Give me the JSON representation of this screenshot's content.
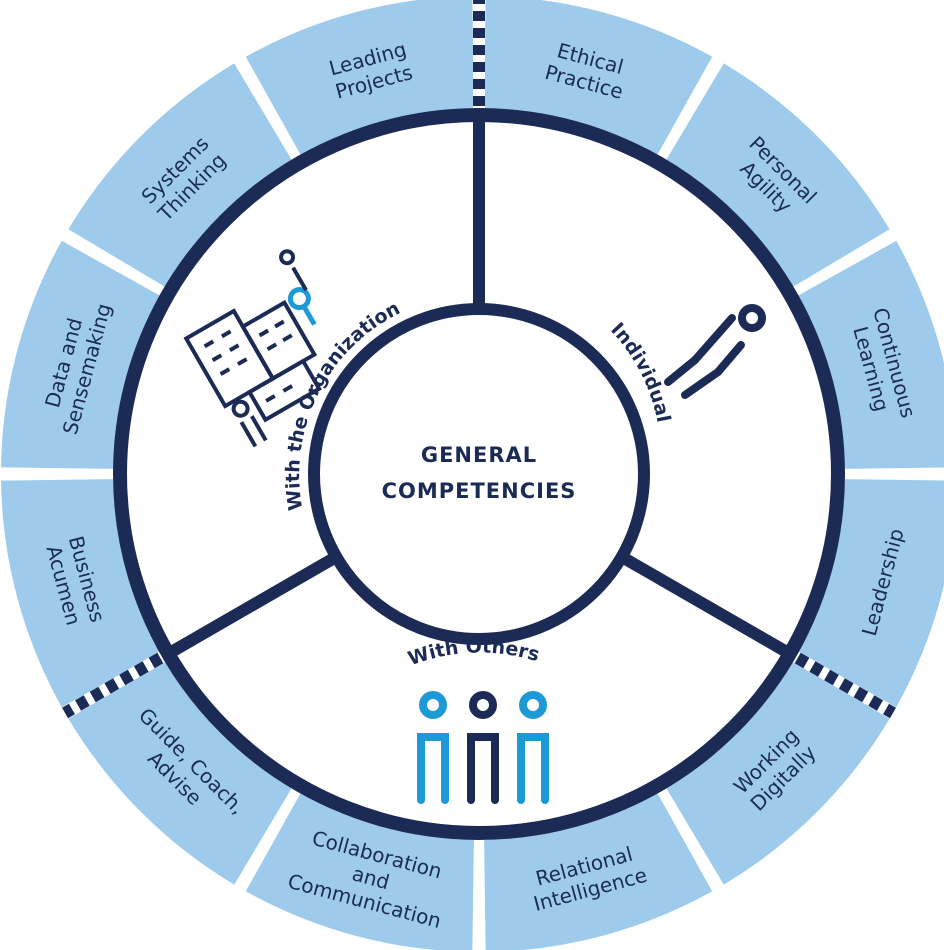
{
  "colors": {
    "segment_fill": "#9ecbec",
    "dark_navy": "#1b2b55",
    "accent_blue": "#1d9ad6",
    "background": "#ffffff"
  },
  "center": {
    "line1": "GENERAL",
    "line2": "COMPETENCIES"
  },
  "sectors": [
    {
      "id": "individual",
      "label": "Individual",
      "icon": "person-icon"
    },
    {
      "id": "organization",
      "label": "With the Organization",
      "icon": "buildings-icon"
    },
    {
      "id": "others",
      "label": "With Others",
      "icon": "people-group-icon"
    }
  ],
  "competencies": [
    {
      "lines": [
        "Ethical",
        "Practice"
      ]
    },
    {
      "lines": [
        "Personal",
        "Agility"
      ]
    },
    {
      "lines": [
        "Continuous",
        "Learning"
      ]
    },
    {
      "lines": [
        "Leadership"
      ]
    },
    {
      "lines": [
        "Working",
        "Digitally"
      ]
    },
    {
      "lines": [
        "Relational",
        "Intelligence"
      ]
    },
    {
      "lines": [
        "Collaboration",
        "and",
        "Communication"
      ]
    },
    {
      "lines": [
        "Guide, Coach,",
        "Advise"
      ]
    },
    {
      "lines": [
        "Business",
        "Acumen"
      ]
    },
    {
      "lines": [
        "Data and",
        "Sensemaking"
      ]
    },
    {
      "lines": [
        "Systems",
        "Thinking"
      ]
    },
    {
      "lines": [
        "Leading",
        "Projects"
      ]
    }
  ]
}
